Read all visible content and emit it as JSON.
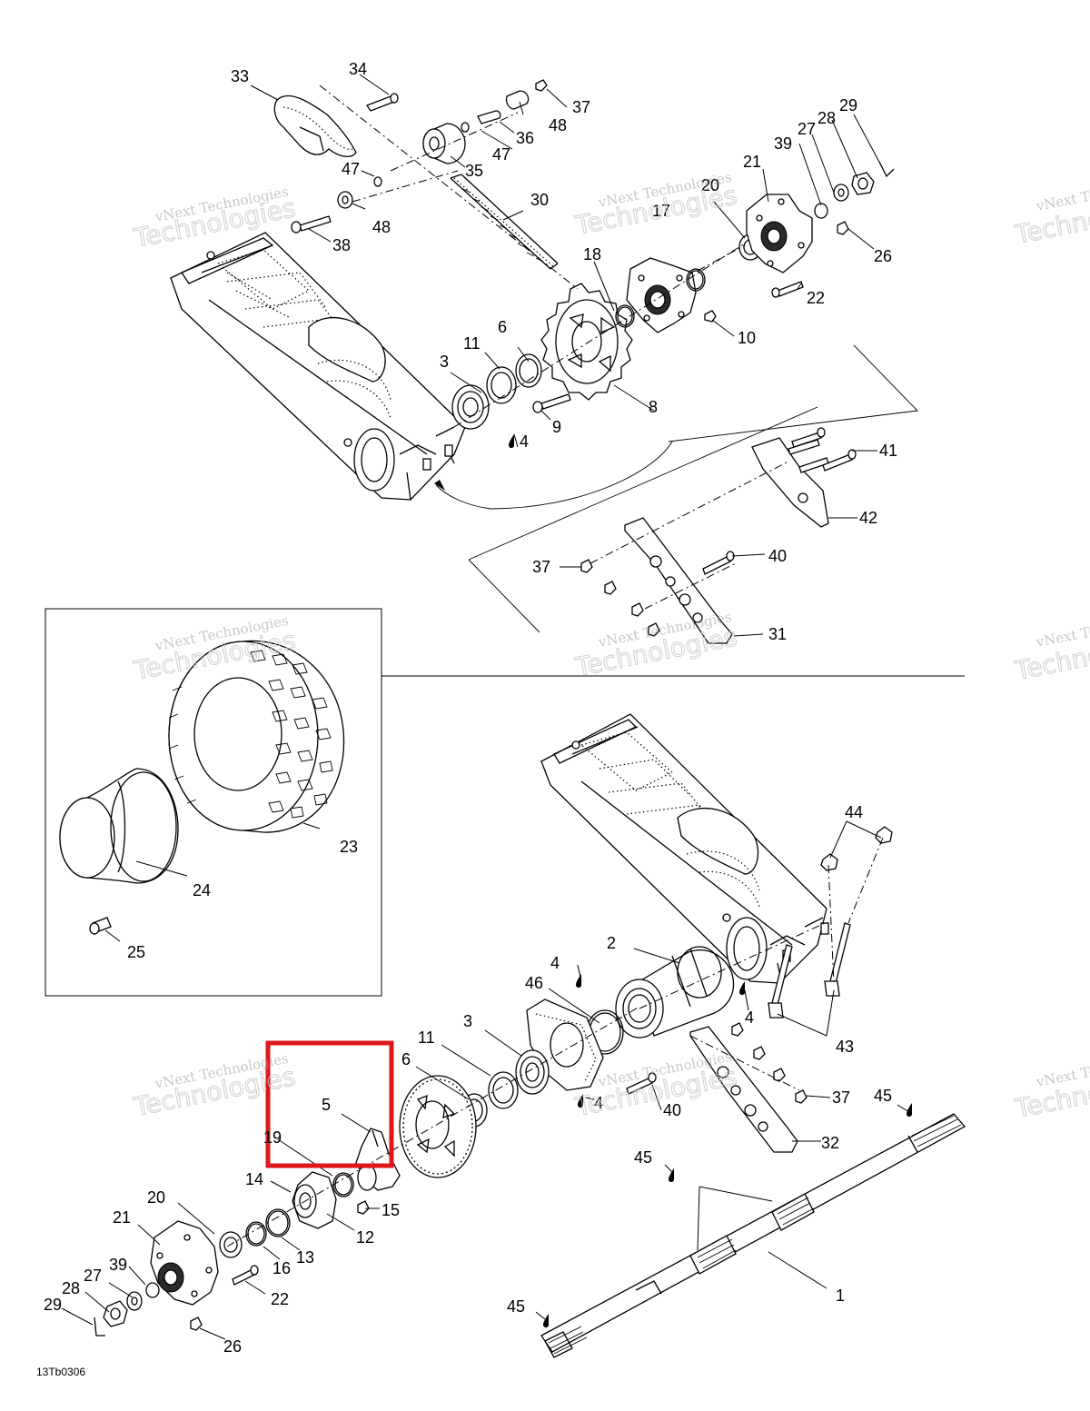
{
  "figure_code": "13Tb0306",
  "watermark_line1": "vNext Technologies",
  "watermark_line2": "Technologies",
  "highlight_color": "#e0161b",
  "callouts": [
    "1",
    "2",
    "3",
    "4",
    "5",
    "6",
    "8",
    "9",
    "10",
    "11",
    "12",
    "13",
    "14",
    "15",
    "16",
    "17",
    "18",
    "19",
    "20",
    "21",
    "22",
    "23",
    "24",
    "25",
    "26",
    "27",
    "28",
    "29",
    "30",
    "31",
    "32",
    "33",
    "34",
    "35",
    "36",
    "37",
    "38",
    "39",
    "40",
    "41",
    "42",
    "43",
    "44",
    "45",
    "46",
    "47",
    "48"
  ]
}
